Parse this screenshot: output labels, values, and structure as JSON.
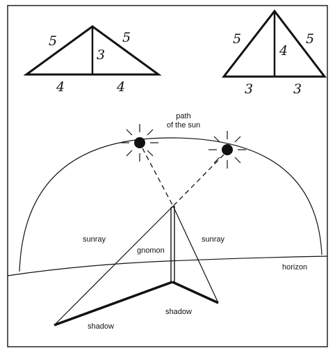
{
  "triangle_left": {
    "hyp_left": "5",
    "hyp_right": "5",
    "height": "3",
    "base_left": "4",
    "base_right": "4"
  },
  "triangle_right": {
    "hyp_left": "5",
    "hyp_right": "5",
    "height": "4",
    "base_left": "3",
    "base_right": "3"
  },
  "scene": {
    "path_label_line1": "path",
    "path_label_line2": "of the sun",
    "sunray_left": "sunray",
    "sunray_right": "sunray",
    "gnomon": "gnomon",
    "horizon": "horizon",
    "shadow_left": "shadow",
    "shadow_right": "shadow"
  }
}
